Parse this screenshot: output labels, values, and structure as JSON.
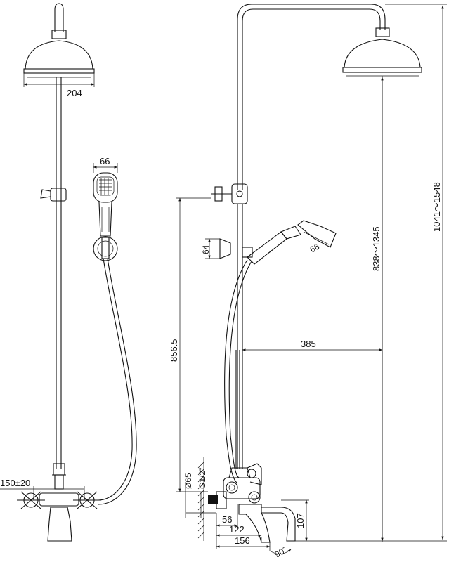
{
  "dimensions": {
    "head_diameter": "204",
    "hand_shower_width": "66",
    "hand_shower_face": "66",
    "holder_height": "64",
    "spacing": "150±20",
    "rail_height": "856.5",
    "arm_reach": "385",
    "adjust_range": "838～1345",
    "total_height": "1041～1548",
    "connector_dia": "Ø65",
    "thread": "G1/2\"",
    "wall_offset": "56",
    "spout_reach_a": "122",
    "spout_reach_b": "156",
    "spout_height": "107",
    "rotation": "90°"
  }
}
